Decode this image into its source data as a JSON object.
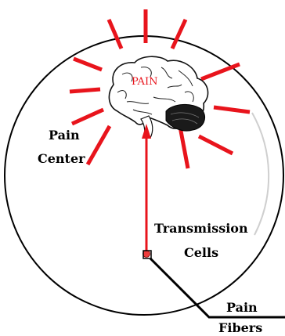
{
  "labels": {
    "pain_center_line1": "Pain",
    "pain_center_line2": "Center",
    "transmission_line1": "Transmission",
    "transmission_line2": "Cells",
    "fibers_line1": "Pain",
    "fibers_line2": "Fibers",
    "brain_word": "PAIN"
  },
  "colors": {
    "signal": "#e8141c",
    "outline": "#000000",
    "background": "#ffffff"
  },
  "icons": {
    "brain": "brain-icon",
    "radiating_lines": "pain-ray-icons"
  }
}
